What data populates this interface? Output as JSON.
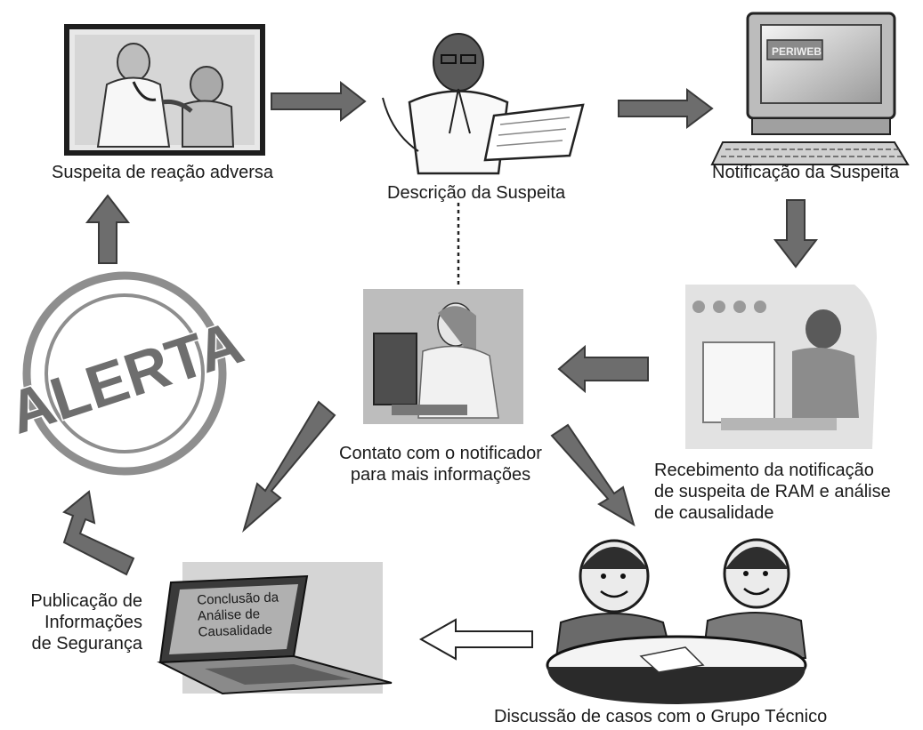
{
  "steps": {
    "suspeita": "Suspeita de reação adversa",
    "descricao": "Descrição da Suspeita",
    "notificacao": "Notificação da Suspeita",
    "recebimento": [
      "Recebimento da notificação",
      "de suspeita de RAM e análise",
      "de causalidade"
    ],
    "contato": [
      "Contato com o notificador",
      "para mais informações"
    ],
    "discussao": "Discussão de casos com o Grupo Técnico",
    "conclusao": [
      "Conclusão da",
      "Análise de",
      "Causalidade"
    ],
    "publicacao": [
      "Publicação de",
      "Informações",
      "de Segurança"
    ]
  },
  "stamp": {
    "text": "ALERTA"
  },
  "monitor_screen": {
    "text": "PERIWEB"
  },
  "colors": {
    "arrow": "#6d6d6d",
    "arrow_edge": "#3a3a3a",
    "ink": "#1a1a1a"
  }
}
